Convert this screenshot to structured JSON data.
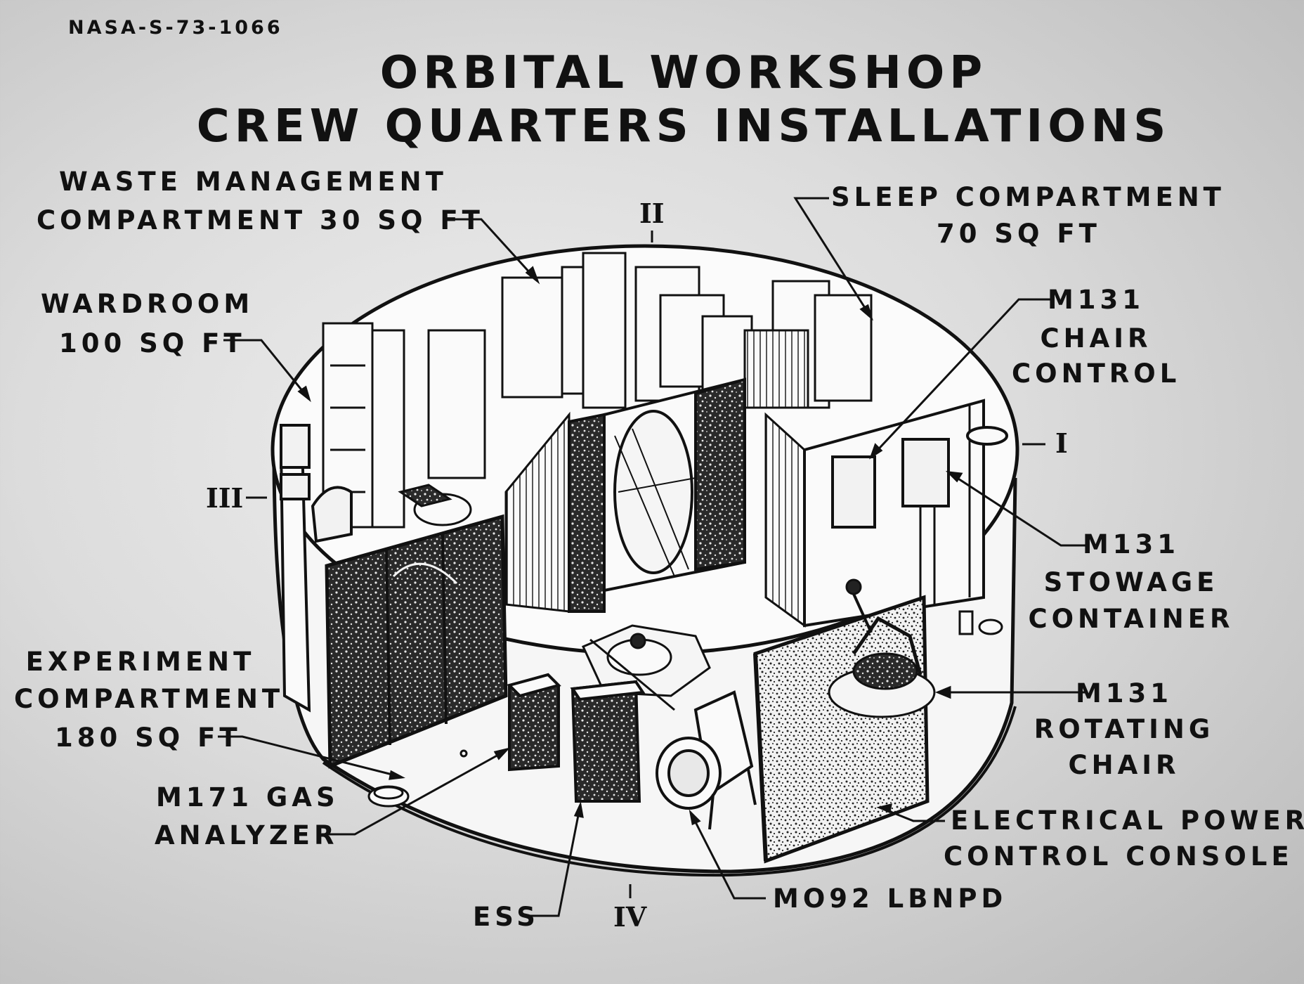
{
  "document_id": "NASA-S-73-1066",
  "title_line1": "ORBITAL WORKSHOP",
  "title_line2": "CREW QUARTERS INSTALLATIONS",
  "labels": {
    "waste_l1": "WASTE MANAGEMENT",
    "waste_l2": "COMPARTMENT 30 SQ FT",
    "sleep_l1": "SLEEP COMPARTMENT",
    "sleep_l2": "70 SQ FT",
    "ward_l1": "WARDROOM",
    "ward_l2": "100 SQ FT",
    "chair_ctrl_l1": "M131",
    "chair_ctrl_l2": "CHAIR",
    "chair_ctrl_l3": "CONTROL",
    "stow_l1": "M131",
    "stow_l2": "STOWAGE",
    "stow_l3": "CONTAINER",
    "exp_l1": "EXPERIMENT",
    "exp_l2": "COMPARTMENT",
    "exp_l3": "180 SQ FT",
    "rot_l1": "M131",
    "rot_l2": "ROTATING",
    "rot_l3": "CHAIR",
    "gas_l1": "M171 GAS",
    "gas_l2": "ANALYZER",
    "power_l1": "ELECTRICAL POWER",
    "power_l2": "CONTROL CONSOLE",
    "ess": "ESS",
    "lbnpd": "MO92 LBNPD"
  },
  "positions": {
    "p1": "I",
    "p2": "II",
    "p3": "III",
    "p4": "IV"
  }
}
